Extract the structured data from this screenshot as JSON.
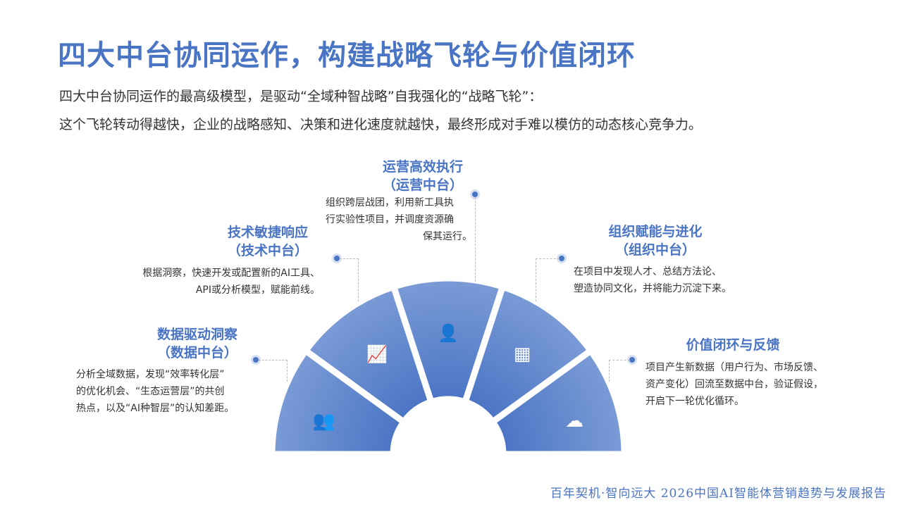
{
  "title": "四大中台协同运作，构建战略飞轮与价值闭环",
  "subtitle1": "四大中台协同运作的最高级模型，是驱动“全域种智战略”自我强化的“战略飞轮”：",
  "subtitle2": "这个飞轮转动得越快，企业的战略感知、决策和进化速度就越快，最终形成对手难以模仿的动态核心竞争力。",
  "segments": [
    {
      "h1": "数据驱动洞察",
      "h2": "（数据中台）",
      "desc": [
        "分析全域数据，发现“效率转化层”",
        "的优化机会、“生态运营层”的共创",
        "热点，以及“AI种智层”的认知差距。"
      ],
      "icon": "users-icon"
    },
    {
      "h1": "技术敏捷响应",
      "h2": "（技术中台）",
      "desc": [
        "根据洞察，快速开发或配置新的AI工具、",
        "API或分析模型，赋能前线。"
      ],
      "icon": "chart-monitor-icon"
    },
    {
      "h1": "运营高效执行",
      "h2": "（运营中台）",
      "desc": [
        "组织跨层战团，利用新工具执",
        "行实验性项目，并调度资源确",
        "保其运行。"
      ],
      "icon": "contact-book-icon"
    },
    {
      "h1": "组织赋能与进化",
      "h2": "（组织中台）",
      "desc": [
        "在项目中发现人才、总结方法论、",
        "塑造协同文化，并将能力沉淀下来。"
      ],
      "icon": "apps-icon"
    },
    {
      "h1": "价值闭环与反馈",
      "h2": "",
      "desc": [
        "项目产生新数据（用户行为、市场反馈、",
        "资产变化）回流至数据中台，验证假设，",
        "开启下一轮优化循环。"
      ],
      "icon": "cloud-upload-icon"
    }
  ],
  "footer": "百年契机·智向远大  2026中国AI智能体营销趋势与发展报告",
  "colors": {
    "accent": "#4a74c4",
    "segment": "#5b83cc"
  }
}
